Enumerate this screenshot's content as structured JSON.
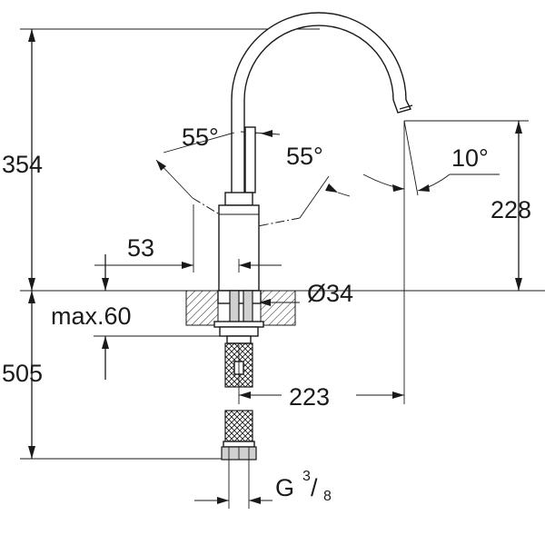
{
  "drawing": {
    "dimensions": {
      "total_height": "354",
      "spout_height": "228",
      "below_deck": "505",
      "body_depth": "53",
      "max_thickness": "max.60",
      "diameter": "Ø34",
      "reach": "223",
      "thread_main": "G",
      "thread_num": "3",
      "thread_den": "8",
      "angle_left": "55°",
      "angle_right": "55°",
      "angle_spout": "10°"
    }
  }
}
